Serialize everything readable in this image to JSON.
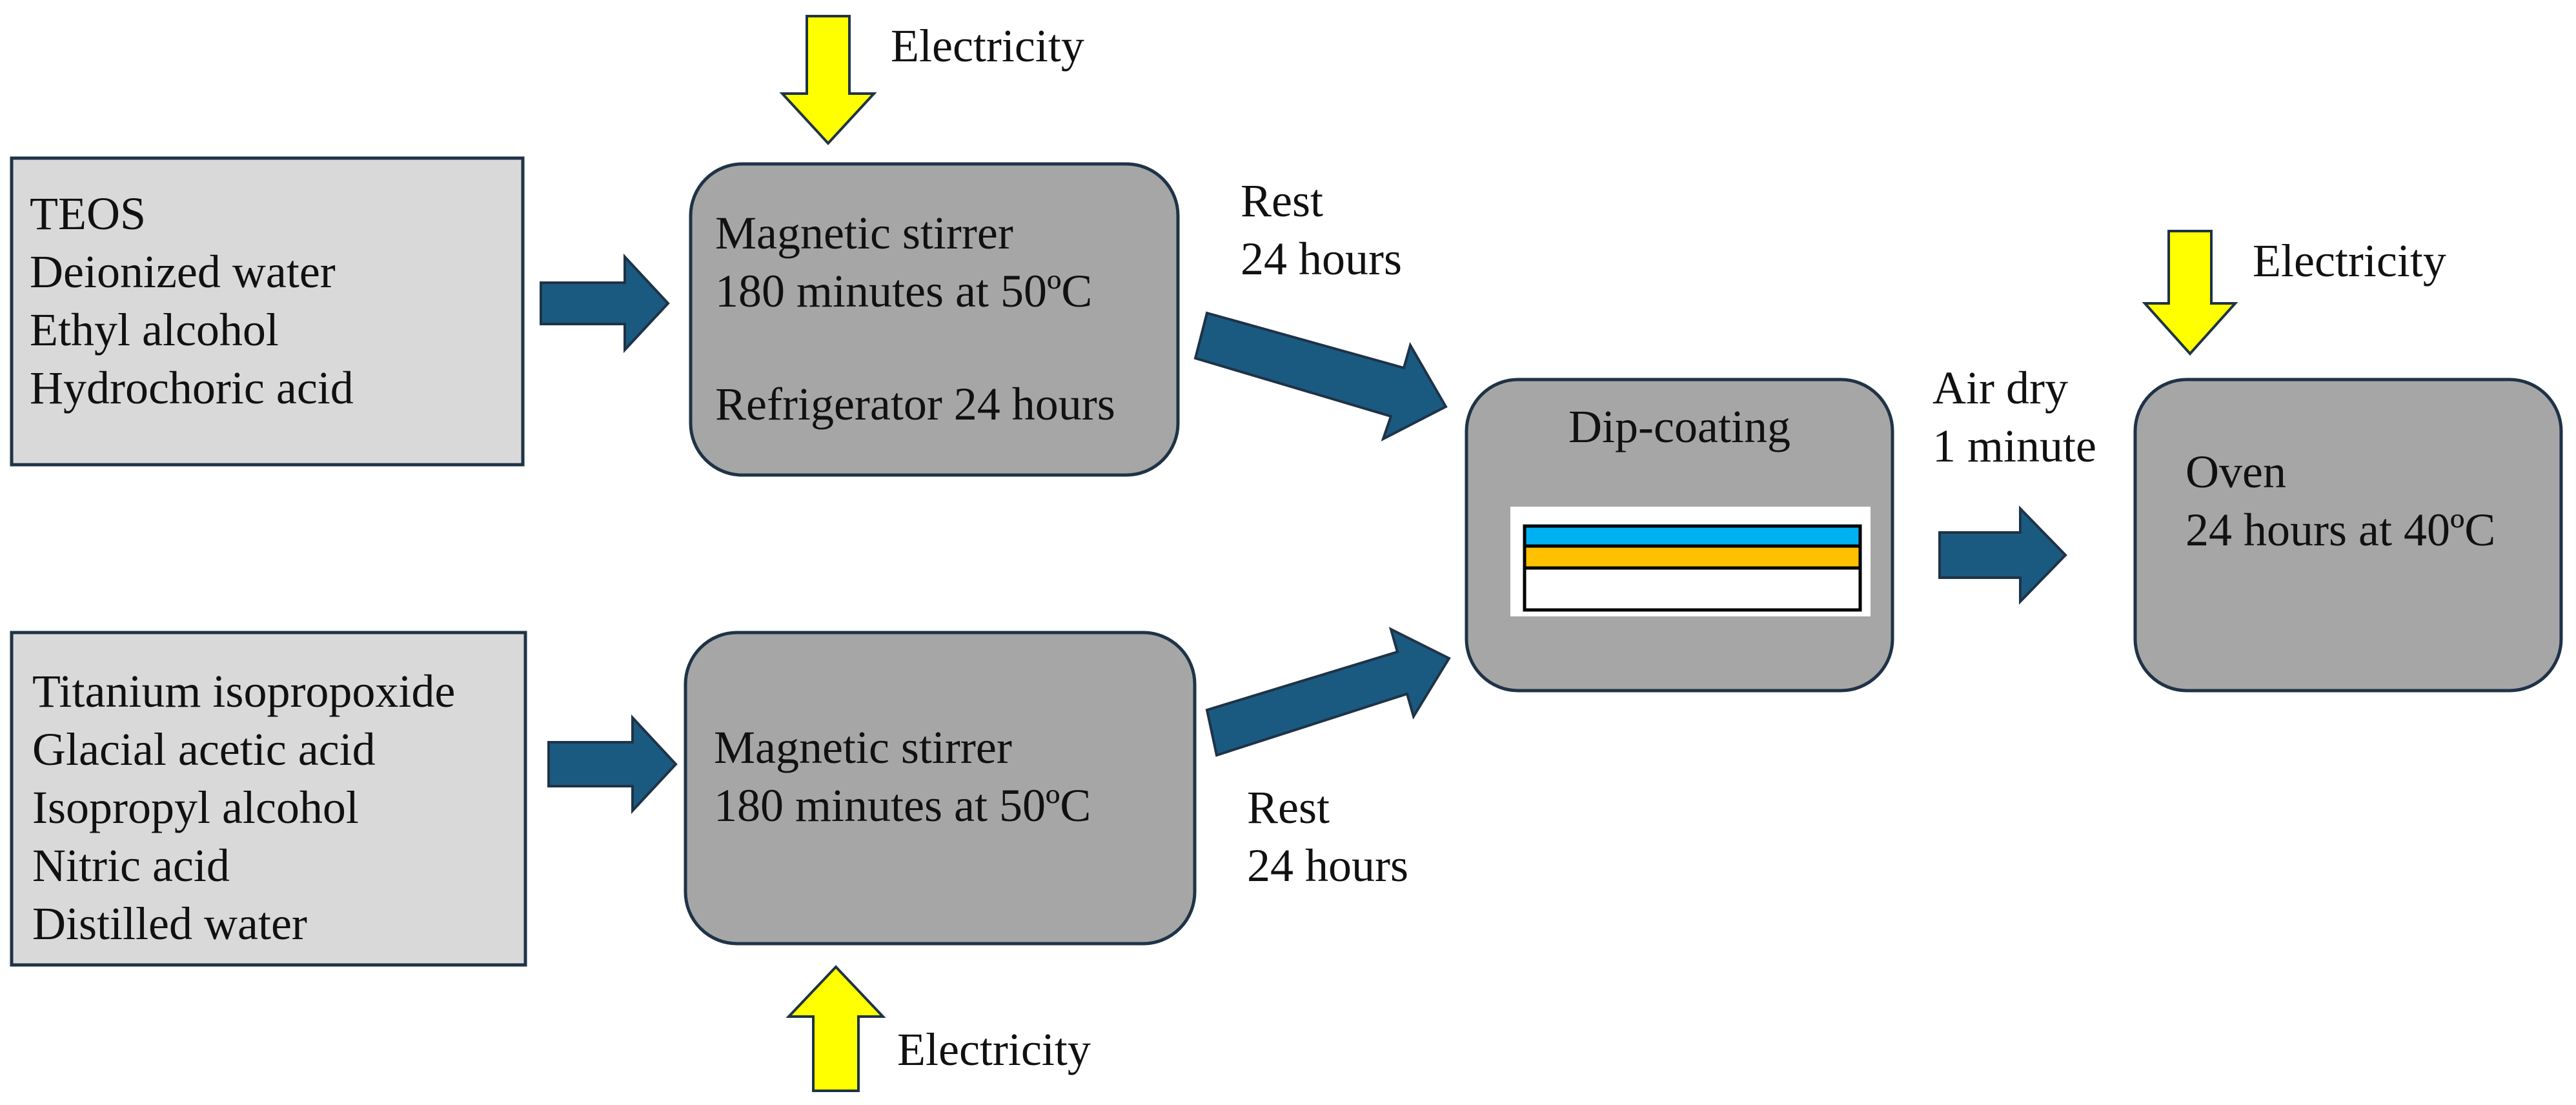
{
  "colors": {
    "input_fill": "#d9d9d9",
    "process_fill": "#a6a6a6",
    "outline": "#1f3347",
    "arrow_blue": "#1a5a80",
    "arrow_yellow": "#ffff00",
    "layer_blue": "#00b0f0",
    "layer_orange": "#ffc000",
    "layer_white": "#ffffff"
  },
  "inputs": {
    "silica": [
      "TEOS",
      "Deionized water",
      "Ethyl alcohol",
      "Hydrochoric acid"
    ],
    "titania": [
      "Titanium isopropoxide",
      "Glacial acetic acid",
      "Isopropyl alcohol",
      "Nitric acid",
      "Distilled water"
    ]
  },
  "process_top": {
    "line1": "Magnetic stirrer",
    "line2": "180 minutes at 50ºC",
    "line3": "Refrigerator 24 hours"
  },
  "process_bottom": {
    "line1": "Magnetic stirrer",
    "line2": "180 minutes at 50ºC"
  },
  "dip_coating": {
    "title": "Dip-coating"
  },
  "oven": {
    "line1": "Oven",
    "line2": "24 hours at 40ºC"
  },
  "labels": {
    "electricity_top": "Electricity",
    "electricity_bottom": "Electricity",
    "electricity_oven": "Electricity",
    "rest_top_1": "Rest",
    "rest_top_2": "24 hours",
    "rest_bottom_1": "Rest",
    "rest_bottom_2": "24 hours",
    "air_dry_1": "Air dry",
    "air_dry_2": "1 minute"
  },
  "icons": {
    "flow_arrow": "blue-block-arrow-icon",
    "energy_arrow": "yellow-block-arrow-icon",
    "coating_layers": "layered-substrate-icon"
  }
}
